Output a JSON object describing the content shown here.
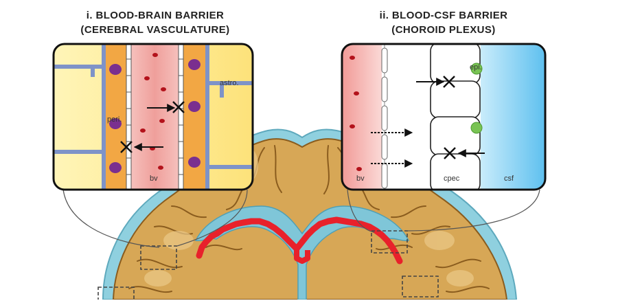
{
  "panels": {
    "bbb": {
      "title_line1": "i. BLOOD-BRAIN BARRIER",
      "title_line2": "(CEREBRAL VASCULATURE)",
      "labels": {
        "astro": "astro.",
        "peri": "peri.",
        "bv": "bv"
      }
    },
    "bcsf": {
      "title_line1": "ii. BLOOD-CSF BARRIER",
      "title_line2": "(CHOROID PLEXUS)",
      "labels": {
        "epi": "epi.",
        "bv": "bv",
        "cpec": "cpec",
        "csf": "csf"
      }
    }
  },
  "colors": {
    "brain_tissue": "#d7a756",
    "brain_outline": "#8a5c1e",
    "ventricle": "#7fc6d8",
    "choroid_plexus": "#e8212b",
    "vessel": "#f2a6a3",
    "astrocyte_bg": "#fde98a",
    "pericyte_bg": "#f2a744",
    "process": "#7e93c8",
    "nucleus": "#7a2f8f",
    "rbc": "#b3121b",
    "csf": "#7ccdf2",
    "epi": "#79c353"
  }
}
